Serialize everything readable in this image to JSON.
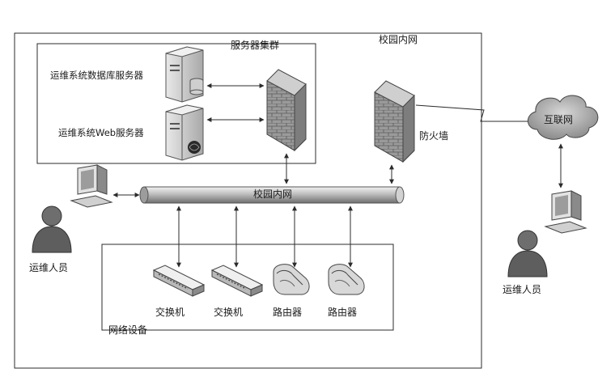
{
  "campus_network": {
    "title": "校园内网"
  },
  "server_cluster": {
    "title": "服务器集群",
    "db_server_label": "运维系统数据库服务器",
    "web_server_label": "运维系统Web服务器"
  },
  "backbone": {
    "label": "校园内网"
  },
  "firewall": {
    "label": "防火墙"
  },
  "internet": {
    "label": "互联网"
  },
  "network_devices": {
    "title": "网络设备",
    "devices": [
      {
        "label": "交换机",
        "icon": "switch-icon"
      },
      {
        "label": "交换机",
        "icon": "switch-icon"
      },
      {
        "label": "路由器",
        "icon": "router-icon"
      },
      {
        "label": "路由器",
        "icon": "router-icon"
      }
    ]
  },
  "operators": {
    "internal_label": "运维人员",
    "external_label": "运维人员"
  },
  "colors": {
    "line": "#2b2b2b",
    "panel": "#f4f4f4",
    "device": "#d9d9d9",
    "cloud": "#b5b5b5"
  }
}
